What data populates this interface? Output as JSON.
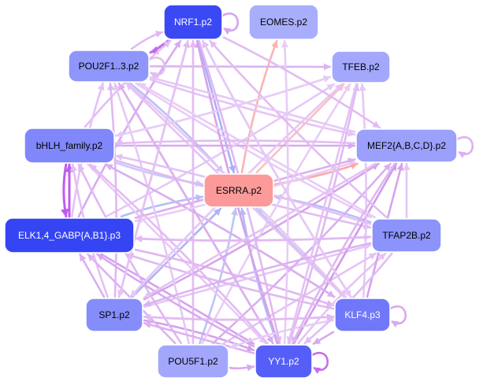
{
  "network": {
    "nodes": [
      {
        "id": "NRF1",
        "label": "NRF1.p2",
        "fill": "#3b49f5",
        "text": "#ffffff"
      },
      {
        "id": "EOMES",
        "label": "EOMES.p2",
        "fill": "#a9aefc",
        "text": "#000000"
      },
      {
        "id": "POU2F1",
        "label": "POU2F1..3.p2",
        "fill": "#8f96fb",
        "text": "#000000"
      },
      {
        "id": "TFEB",
        "label": "TFEB.p2",
        "fill": "#a3a8fc",
        "text": "#000000"
      },
      {
        "id": "bHLH",
        "label": "bHLH_family.p2",
        "fill": "#7f87fa",
        "text": "#000000"
      },
      {
        "id": "MEF2",
        "label": "MEF2{A,B,C,D}.p2",
        "fill": "#9aa0fc",
        "text": "#000000"
      },
      {
        "id": "ESRRA",
        "label": "ESRRA.p2",
        "fill": "#fc9a9a",
        "text": "#000000"
      },
      {
        "id": "ELK",
        "label": "ELK1,4_GABP{A,B1}.p3",
        "fill": "#3545f4",
        "text": "#ffffff"
      },
      {
        "id": "TFAP2B",
        "label": "TFAP2B.p2",
        "fill": "#8c93fb",
        "text": "#000000"
      },
      {
        "id": "SP1",
        "label": "SP1.p2",
        "fill": "#858dfa",
        "text": "#000000"
      },
      {
        "id": "KLF4",
        "label": "KLF4.p3",
        "fill": "#7078f9",
        "text": "#ffffff"
      },
      {
        "id": "POU5F1",
        "label": "POU5F1.p2",
        "fill": "#a2a7fc",
        "text": "#000000"
      },
      {
        "id": "YY1",
        "label": "YY1.p2",
        "fill": "#555ff7",
        "text": "#ffffff"
      }
    ],
    "edges": [
      {
        "from": "POU2F1",
        "to": "ESRRA",
        "color": "#b8c0f8"
      },
      {
        "from": "NRF1",
        "to": "ESRRA",
        "color": "#a7b0f6"
      },
      {
        "from": "bHLH",
        "to": "ESRRA",
        "color": "#c4cbf9"
      },
      {
        "from": "ELK",
        "to": "ESRRA",
        "color": "#b4bdf8"
      },
      {
        "from": "SP1",
        "to": "ESRRA",
        "color": "#aab4f7"
      },
      {
        "from": "POU5F1",
        "to": "ESRRA",
        "color": "#bcc4f8"
      },
      {
        "from": "YY1",
        "to": "ESRRA",
        "color": "#b2bbf8"
      },
      {
        "from": "KLF4",
        "to": "ESRRA",
        "color": "#c0c7f9"
      },
      {
        "from": "TFAP2B",
        "to": "ESRRA",
        "color": "#b6bef8"
      },
      {
        "from": "ESRRA",
        "to": "EOMES",
        "color": "#fbb4b4"
      },
      {
        "from": "ESRRA",
        "to": "TFEB",
        "color": "#fbc0c0"
      },
      {
        "from": "ESRRA",
        "to": "MEF2",
        "color": "#fba8a8"
      },
      {
        "from": "NRF1",
        "to": "POU2F1",
        "color": "#c46ce8"
      },
      {
        "from": "ELK",
        "to": "bHLH",
        "color": "#bf5cf0"
      },
      {
        "from": "bHLH",
        "to": "ELK",
        "color": "#bf5cf0"
      },
      {
        "from": "POU2F1",
        "to": "NRF1",
        "color": "#e2b8f2"
      },
      {
        "from": "POU2F1",
        "to": "TFEB",
        "color": "#dcb4f0"
      },
      {
        "from": "POU2F1",
        "to": "MEF2",
        "color": "#e4c4f6"
      },
      {
        "from": "POU2F1",
        "to": "KLF4",
        "color": "#e6c8f4"
      },
      {
        "from": "POU2F1",
        "to": "YY1",
        "color": "#d9a6ee"
      },
      {
        "from": "POU2F1",
        "to": "TFAP2B",
        "color": "#e9ccf6"
      },
      {
        "from": "bHLH",
        "to": "NRF1",
        "color": "#e3bef4"
      },
      {
        "from": "bHLH",
        "to": "MEF2",
        "color": "#d8a8ee"
      },
      {
        "from": "bHLH",
        "to": "TFEB",
        "color": "#e6c6f4"
      },
      {
        "from": "bHLH",
        "to": "KLF4",
        "color": "#ddb0f0"
      },
      {
        "from": "bHLH",
        "to": "YY1",
        "color": "#e8caf6"
      },
      {
        "from": "bHLH",
        "to": "TFAP2B",
        "color": "#e2baf2"
      },
      {
        "from": "ELK",
        "to": "NRF1",
        "color": "#d9aaf0"
      },
      {
        "from": "ELK",
        "to": "MEF2",
        "color": "#dcaeee"
      },
      {
        "from": "ELK",
        "to": "TFEB",
        "color": "#e6c8f6"
      },
      {
        "from": "ELK",
        "to": "KLF4",
        "color": "#e0b6f2"
      },
      {
        "from": "ELK",
        "to": "YY1",
        "color": "#d6a2ec"
      },
      {
        "from": "ELK",
        "to": "TFAP2B",
        "color": "#e8ccf6"
      },
      {
        "from": "ELK",
        "to": "POU2F1",
        "color": "#e5c2f4"
      },
      {
        "from": "SP1",
        "to": "NRF1",
        "color": "#dab0f0"
      },
      {
        "from": "SP1",
        "to": "POU2F1",
        "color": "#e0b8f2"
      },
      {
        "from": "SP1",
        "to": "bHLH",
        "color": "#e4c0f4"
      },
      {
        "from": "SP1",
        "to": "ELK",
        "color": "#dcaef0"
      },
      {
        "from": "SP1",
        "to": "MEF2",
        "color": "#d6a4ec"
      },
      {
        "from": "SP1",
        "to": "TFEB",
        "color": "#e3c0f4"
      },
      {
        "from": "SP1",
        "to": "TFAP2B",
        "color": "#e6c6f4"
      },
      {
        "from": "SP1",
        "to": "KLF4",
        "color": "#dfb4f0"
      },
      {
        "from": "SP1",
        "to": "YY1",
        "color": "#d4a0ec"
      },
      {
        "from": "POU5F1",
        "to": "NRF1",
        "color": "#e2bcf2"
      },
      {
        "from": "POU5F1",
        "to": "POU2F1",
        "color": "#e6c8f6"
      },
      {
        "from": "POU5F1",
        "to": "bHLH",
        "color": "#e0b8f2"
      },
      {
        "from": "POU5F1",
        "to": "ELK",
        "color": "#ddb2f0"
      },
      {
        "from": "POU5F1",
        "to": "MEF2",
        "color": "#dbaef0"
      },
      {
        "from": "POU5F1",
        "to": "TFEB",
        "color": "#e8ccf6"
      },
      {
        "from": "POU5F1",
        "to": "TFAP2B",
        "color": "#e4c2f4"
      },
      {
        "from": "POU5F1",
        "to": "YY1",
        "color": "#d8a8ee"
      },
      {
        "from": "YY1",
        "to": "NRF1",
        "color": "#d4a2ec"
      },
      {
        "from": "YY1",
        "to": "POU2F1",
        "color": "#dcb0f0"
      },
      {
        "from": "YY1",
        "to": "bHLH",
        "color": "#e2bcf2"
      },
      {
        "from": "YY1",
        "to": "ELK",
        "color": "#d8a8ee"
      },
      {
        "from": "YY1",
        "to": "MEF2",
        "color": "#d09aea"
      },
      {
        "from": "YY1",
        "to": "TFEB",
        "color": "#e0b8f2"
      },
      {
        "from": "YY1",
        "to": "TFAP2B",
        "color": "#e5c4f4"
      },
      {
        "from": "YY1",
        "to": "SP1",
        "color": "#dcb0f0"
      },
      {
        "from": "YY1",
        "to": "EOMES",
        "color": "#e8ccf6"
      },
      {
        "from": "KLF4",
        "to": "NRF1",
        "color": "#dfb6f2"
      },
      {
        "from": "KLF4",
        "to": "POU2F1",
        "color": "#e4c2f4"
      },
      {
        "from": "KLF4",
        "to": "bHLH",
        "color": "#dab0f0"
      },
      {
        "from": "KLF4",
        "to": "ELK",
        "color": "#e0b8f2"
      },
      {
        "from": "KLF4",
        "to": "MEF2",
        "color": "#d6a4ec"
      },
      {
        "from": "KLF4",
        "to": "TFEB",
        "color": "#e6c8f6"
      },
      {
        "from": "KLF4",
        "to": "SP1",
        "color": "#e2bcf2"
      },
      {
        "from": "KLF4",
        "to": "YY1",
        "color": "#d8a8ee"
      },
      {
        "from": "KLF4",
        "to": "POU5F1",
        "color": "#e8ccf6"
      },
      {
        "from": "TFAP2B",
        "to": "NRF1",
        "color": "#e2bcf2"
      },
      {
        "from": "TFAP2B",
        "to": "POU2F1",
        "color": "#e8ccf6"
      },
      {
        "from": "TFAP2B",
        "to": "bHLH",
        "color": "#e4c0f4"
      },
      {
        "from": "TFAP2B",
        "to": "ELK",
        "color": "#e0b8f2"
      },
      {
        "from": "TFAP2B",
        "to": "MEF2",
        "color": "#e6c6f4"
      },
      {
        "from": "TFAP2B",
        "to": "SP1",
        "color": "#dcb2f0"
      },
      {
        "from": "TFAP2B",
        "to": "YY1",
        "color": "#e2bef2"
      },
      {
        "from": "MEF2",
        "to": "POU2F1",
        "color": "#e6c8f6"
      },
      {
        "from": "MEF2",
        "to": "bHLH",
        "color": "#e2bcf2"
      },
      {
        "from": "MEF2",
        "to": "ELK",
        "color": "#e8ccf6"
      },
      {
        "from": "MEF2",
        "to": "SP1",
        "color": "#e4c2f4"
      },
      {
        "from": "MEF2",
        "to": "YY1",
        "color": "#dfb6f2"
      },
      {
        "from": "TFEB",
        "to": "bHLH",
        "color": "#e8ccf6"
      },
      {
        "from": "TFEB",
        "to": "YY1",
        "color": "#e4c2f4"
      },
      {
        "from": "TFEB",
        "to": "SP1",
        "color": "#e6c8f6"
      },
      {
        "from": "NRF1",
        "to": "YY1",
        "color": "#e0b8f2"
      },
      {
        "from": "NRF1",
        "to": "SP1",
        "color": "#e4c2f4"
      },
      {
        "from": "NRF1",
        "to": "KLF4",
        "color": "#e6c8f6"
      },
      {
        "from": "NRF1",
        "to": "MEF2",
        "color": "#e2bcf2"
      }
    ],
    "self_loops": [
      {
        "node": "NRF1",
        "color": "#d6a4ec"
      },
      {
        "node": "POU2F1",
        "color": "#e2bcf2"
      },
      {
        "node": "MEF2",
        "color": "#dcb0f0"
      },
      {
        "node": "KLF4",
        "color": "#d8a8ee"
      },
      {
        "node": "YY1",
        "color": "#c770e6"
      }
    ]
  }
}
